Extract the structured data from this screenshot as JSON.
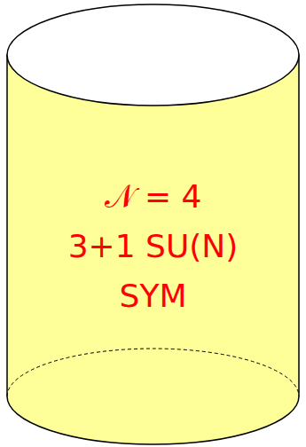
{
  "diagram": {
    "nodes": [
      {
        "text": [
          "𝒩 = 4",
          "3+1 SU(N)",
          "SYM"
        ]
      }
    ]
  }
}
